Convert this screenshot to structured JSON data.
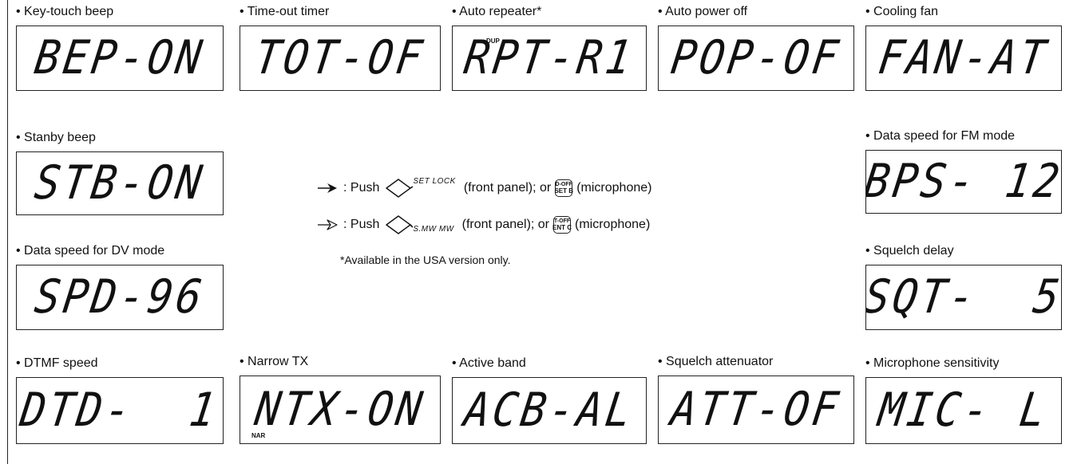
{
  "items": {
    "bep": {
      "label": "Key-touch beep",
      "display": "BEP-ON",
      "tag": ""
    },
    "tot": {
      "label": "Time-out timer",
      "display": "TOT-OF",
      "tag": ""
    },
    "rpt": {
      "label": "Auto repeater*",
      "display": "RPT-R1",
      "tag": "DUP"
    },
    "pop": {
      "label": "Auto power off",
      "display": "POP-OF",
      "tag": ""
    },
    "fan": {
      "label": "Cooling fan",
      "display": "FAN-AT",
      "tag": ""
    },
    "stb": {
      "label": "Stanby beep",
      "display": "STB-ON",
      "tag": ""
    },
    "bps": {
      "label": "Data speed for FM mode",
      "display": "BPS- 12",
      "tag": ""
    },
    "spd": {
      "label": "Data speed for DV mode",
      "display": "SPD-96",
      "tag": ""
    },
    "sqt": {
      "label": "Squelch delay",
      "display": "SQT-  5",
      "tag": ""
    },
    "dtd": {
      "label": "DTMF speed",
      "display": "DTD-  1",
      "tag": ""
    },
    "ntx": {
      "label": "Narrow TX",
      "display": "NTX-ON",
      "tag": "NAR"
    },
    "acb": {
      "label": "Active band",
      "display": "ACB-AL",
      "tag": ""
    },
    "att": {
      "label": "Squelch attenuator",
      "display": "ATT-OF",
      "tag": ""
    },
    "mic": {
      "label": "Microphone sensitivity",
      "display": "MIC- L",
      "tag": ""
    }
  },
  "legend": {
    "row1": {
      "push": ": Push",
      "knob": "SET LOCK",
      "front": "(front panel); or",
      "key_top": "D-OFF",
      "key_bottom": "SET B",
      "mic": "(microphone)",
      "arrow_icon": "filled-arrow-icon"
    },
    "row2": {
      "push": ": Push",
      "knob": "S.MW MW",
      "front": "(front panel); or",
      "key_top": "T-OFF",
      "key_bottom": "ENT C",
      "mic": "(microphone)",
      "arrow_icon": "outline-arrow-icon"
    },
    "footnote": "*Available in the USA version only."
  }
}
